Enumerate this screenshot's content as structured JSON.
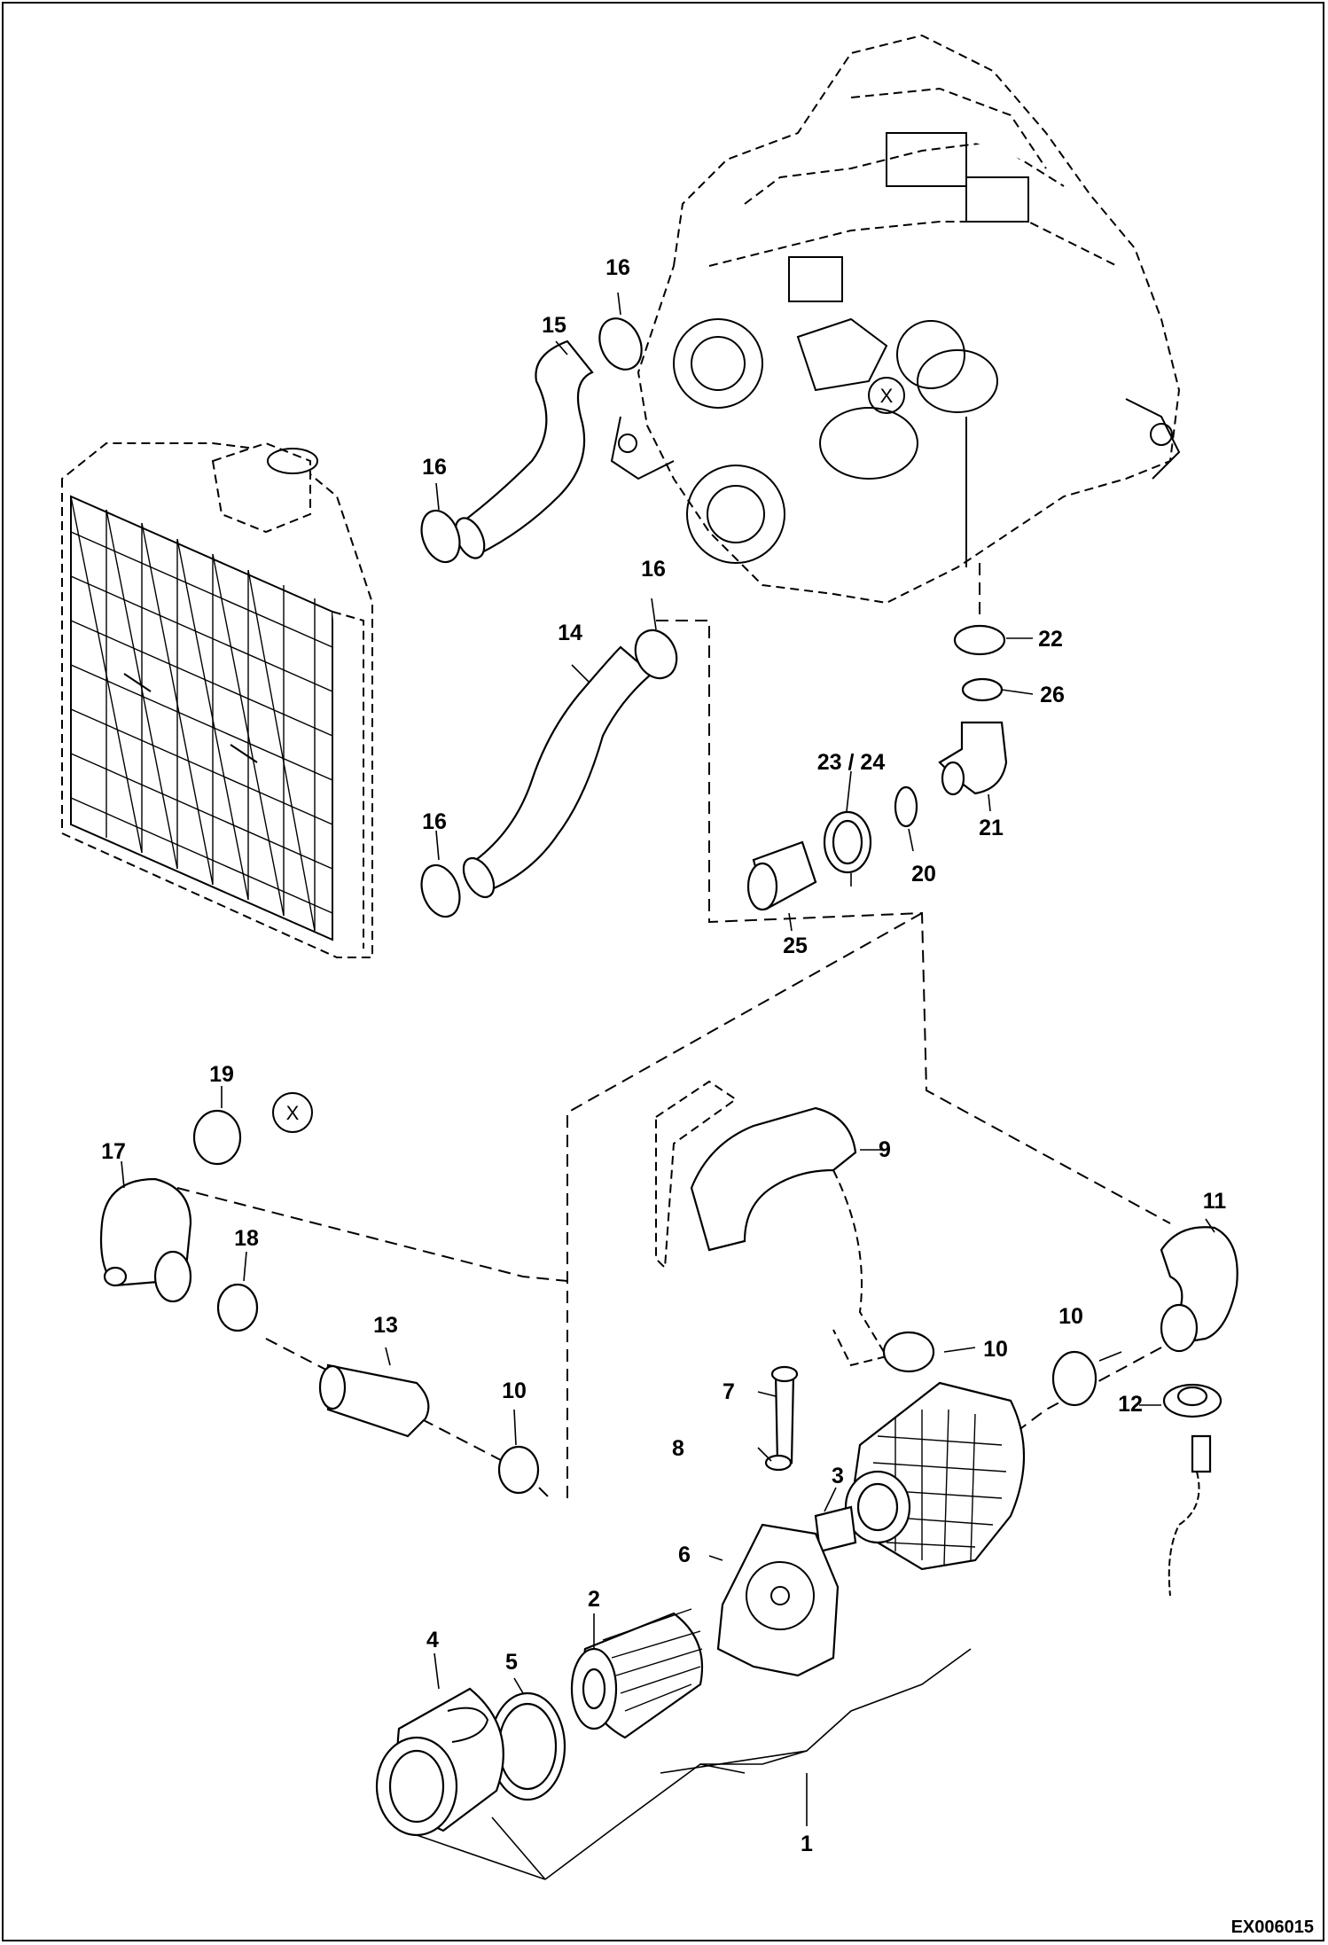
{
  "drawing_code": "EX006015",
  "reference_mark": "X",
  "callouts": {
    "c1": "1",
    "c2": "2",
    "c3": "3",
    "c4": "4",
    "c5": "5",
    "c6": "6",
    "c7": "7",
    "c8": "8",
    "c9": "9",
    "c10a": "10",
    "c10b": "10",
    "c10c": "10",
    "c11": "11",
    "c12": "12",
    "c13": "13",
    "c14": "14",
    "c15": "15",
    "c16a": "16",
    "c16b": "16",
    "c16c": "16",
    "c16d": "16",
    "c17": "17",
    "c18": "18",
    "c19": "19",
    "c20": "20",
    "c21": "21",
    "c22": "22",
    "c23_24": "23 / 24",
    "c25": "25",
    "c26": "26"
  }
}
